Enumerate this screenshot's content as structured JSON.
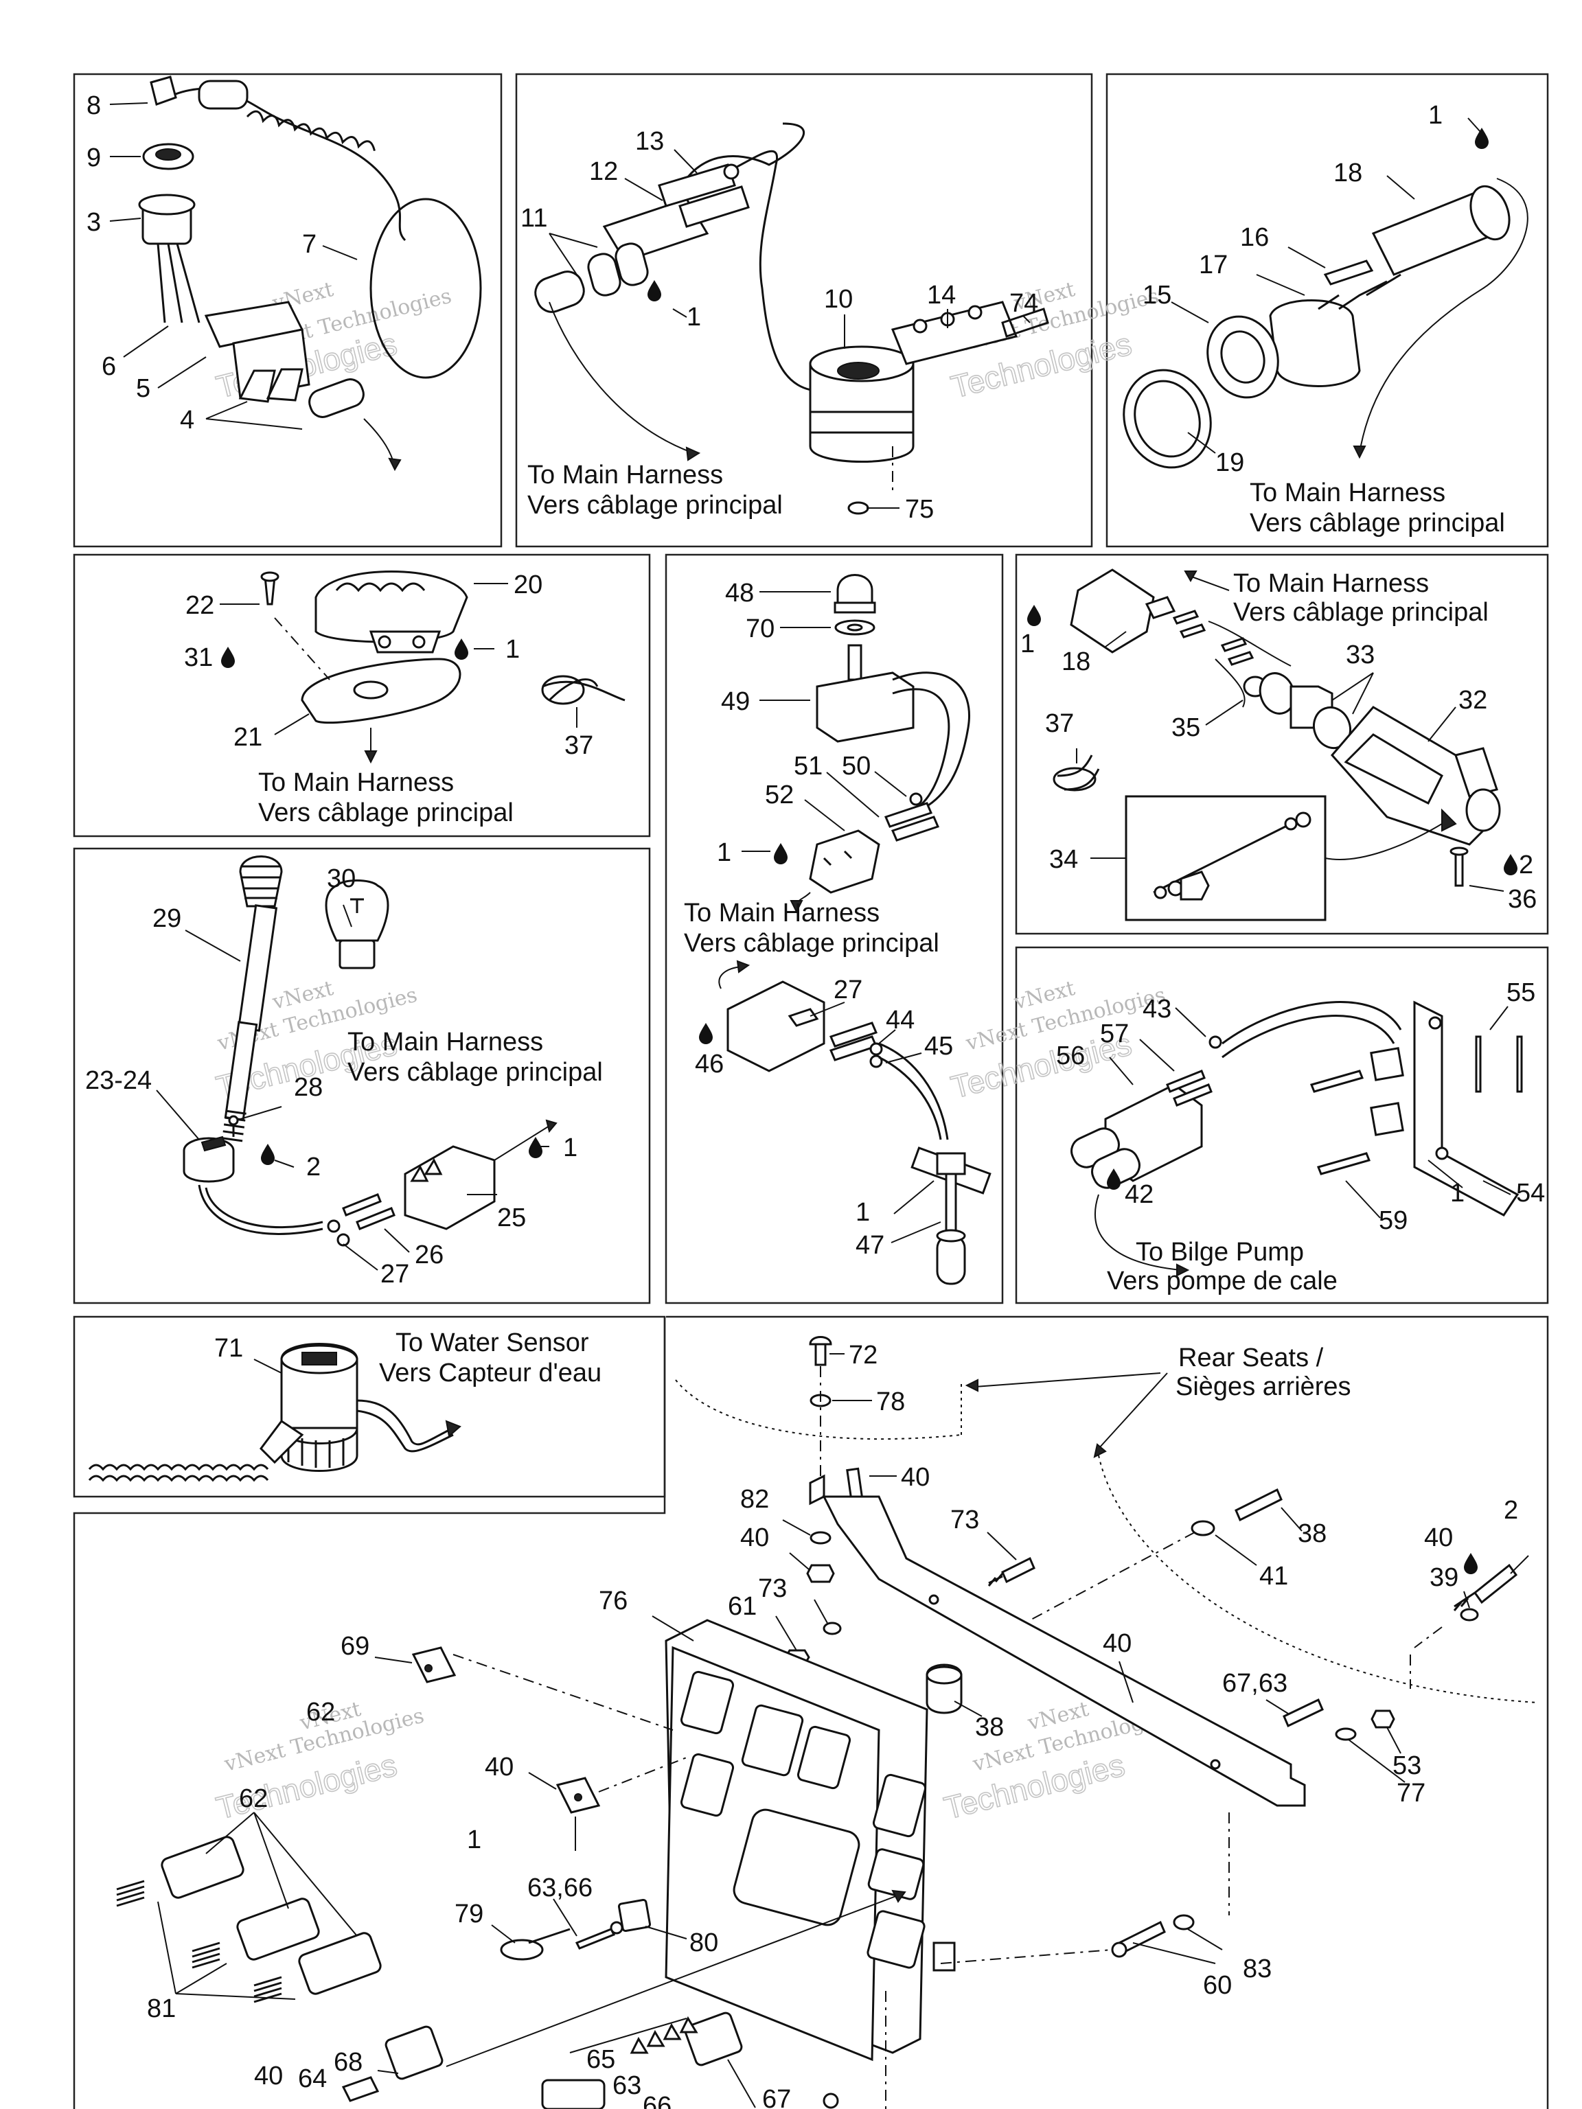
{
  "callouts": [
    {
      "id": "c-8",
      "text": "8"
    },
    {
      "id": "c-9",
      "text": "9"
    },
    {
      "id": "c-3",
      "text": "3"
    },
    {
      "id": "c-7",
      "text": "7"
    },
    {
      "id": "c-6",
      "text": "6"
    },
    {
      "id": "c-5",
      "text": "5"
    },
    {
      "id": "c-4",
      "text": "4"
    },
    {
      "id": "c-13",
      "text": "13"
    },
    {
      "id": "c-12",
      "text": "12"
    },
    {
      "id": "c-11",
      "text": "11"
    },
    {
      "id": "c-1a",
      "text": "1"
    },
    {
      "id": "c-10",
      "text": "10"
    },
    {
      "id": "c-14",
      "text": "14"
    },
    {
      "id": "c-74",
      "text": "74"
    },
    {
      "id": "c-75",
      "text": "75"
    },
    {
      "id": "c-1b",
      "text": "1"
    },
    {
      "id": "c-18a",
      "text": "18"
    },
    {
      "id": "c-16",
      "text": "16"
    },
    {
      "id": "c-17",
      "text": "17"
    },
    {
      "id": "c-15",
      "text": "15"
    },
    {
      "id": "c-19",
      "text": "19"
    },
    {
      "id": "c-22",
      "text": "22"
    },
    {
      "id": "c-20",
      "text": "20"
    },
    {
      "id": "c-31",
      "text": "31"
    },
    {
      "id": "c-1c",
      "text": "1"
    },
    {
      "id": "c-21",
      "text": "21"
    },
    {
      "id": "c-37a",
      "text": "37"
    },
    {
      "id": "c-48",
      "text": "48"
    },
    {
      "id": "c-70",
      "text": "70"
    },
    {
      "id": "c-49",
      "text": "49"
    },
    {
      "id": "c-51",
      "text": "51"
    },
    {
      "id": "c-50",
      "text": "50"
    },
    {
      "id": "c-52",
      "text": "52"
    },
    {
      "id": "c-1d",
      "text": "1"
    },
    {
      "id": "c-1e",
      "text": "1"
    },
    {
      "id": "c-18b",
      "text": "18"
    },
    {
      "id": "c-33",
      "text": "33"
    },
    {
      "id": "c-37b",
      "text": "37"
    },
    {
      "id": "c-35",
      "text": "35"
    },
    {
      "id": "c-32",
      "text": "32"
    },
    {
      "id": "c-34",
      "text": "34"
    },
    {
      "id": "c-2a",
      "text": "2"
    },
    {
      "id": "c-36",
      "text": "36"
    },
    {
      "id": "c-30",
      "text": "30"
    },
    {
      "id": "c-29",
      "text": "29"
    },
    {
      "id": "c-23-24",
      "text": "23-24"
    },
    {
      "id": "c-28",
      "text": "28"
    },
    {
      "id": "c-2b",
      "text": "2"
    },
    {
      "id": "c-1f",
      "text": "1"
    },
    {
      "id": "c-25",
      "text": "25"
    },
    {
      "id": "c-26",
      "text": "26"
    },
    {
      "id": "c-27",
      "text": "27"
    },
    {
      "id": "c-44",
      "text": "44"
    },
    {
      "id": "c-45",
      "text": "45"
    },
    {
      "id": "c-46",
      "text": "46"
    },
    {
      "id": "c-1g",
      "text": "1"
    },
    {
      "id": "c-47",
      "text": "47"
    },
    {
      "id": "c-43",
      "text": "43"
    },
    {
      "id": "c-57",
      "text": "57"
    },
    {
      "id": "c-56",
      "text": "56"
    },
    {
      "id": "c-55",
      "text": "55"
    },
    {
      "id": "c-42",
      "text": "42"
    },
    {
      "id": "c-1h",
      "text": "1"
    },
    {
      "id": "c-54",
      "text": "54"
    },
    {
      "id": "c-59",
      "text": "59"
    },
    {
      "id": "c-71",
      "text": "71"
    },
    {
      "id": "c-72",
      "text": "72"
    },
    {
      "id": "c-78",
      "text": "78"
    },
    {
      "id": "c-40a",
      "text": "40"
    },
    {
      "id": "c-82",
      "text": "82"
    },
    {
      "id": "c-40b",
      "text": "40"
    },
    {
      "id": "c-73a",
      "text": "73"
    },
    {
      "id": "c-38a",
      "text": "38"
    },
    {
      "id": "c-41",
      "text": "41"
    },
    {
      "id": "c-40c",
      "text": "40"
    },
    {
      "id": "c-2c",
      "text": "2"
    },
    {
      "id": "c-39",
      "text": "39"
    },
    {
      "id": "c-76",
      "text": "76"
    },
    {
      "id": "c-61",
      "text": "61"
    },
    {
      "id": "c-73b",
      "text": "73"
    },
    {
      "id": "c-40d",
      "text": "40"
    },
    {
      "id": "c-69",
      "text": "69"
    },
    {
      "id": "c-62a",
      "text": "62"
    },
    {
      "id": "c-67-63",
      "text": "67,63"
    },
    {
      "id": "c-38b",
      "text": "38"
    },
    {
      "id": "c-53",
      "text": "53"
    },
    {
      "id": "c-77",
      "text": "77"
    },
    {
      "id": "c-40e",
      "text": "40"
    },
    {
      "id": "c-62b",
      "text": "62"
    },
    {
      "id": "c-1i",
      "text": "1"
    },
    {
      "id": "c-63-66",
      "text": "63,66"
    },
    {
      "id": "c-79",
      "text": "79"
    },
    {
      "id": "c-80",
      "text": "80"
    },
    {
      "id": "c-81",
      "text": "81"
    },
    {
      "id": "c-60",
      "text": "60"
    },
    {
      "id": "c-83",
      "text": "83"
    },
    {
      "id": "c-40f",
      "text": "40"
    },
    {
      "id": "c-64",
      "text": "64"
    },
    {
      "id": "c-68",
      "text": "68"
    },
    {
      "id": "c-65a",
      "text": "65"
    },
    {
      "id": "c-63",
      "text": "63"
    },
    {
      "id": "c-66",
      "text": "66"
    },
    {
      "id": "c-67",
      "text": "67"
    },
    {
      "id": "c-65b",
      "text": "65"
    }
  ],
  "captions": {
    "to_main_harness": "To Main Harness",
    "vers_cablage": "Vers câblage principal",
    "to_bilge_pump": "To Bilge Pump",
    "vers_pompe": "Vers pompe de cale",
    "to_water_sensor": "To Water Sensor",
    "vers_capteur": "Vers Capteur d'eau",
    "rear_seats": "Rear Seats /",
    "sieges": "Sièges arrières"
  },
  "watermark": {
    "line1": "vNext",
    "line2": "vNext Technologies",
    "line3": "Technologies"
  },
  "icons": [
    "oil-drop-icon"
  ],
  "colors": {
    "ink": "#111111",
    "watermark": "#b8b8b8",
    "background": "#ffffff"
  }
}
